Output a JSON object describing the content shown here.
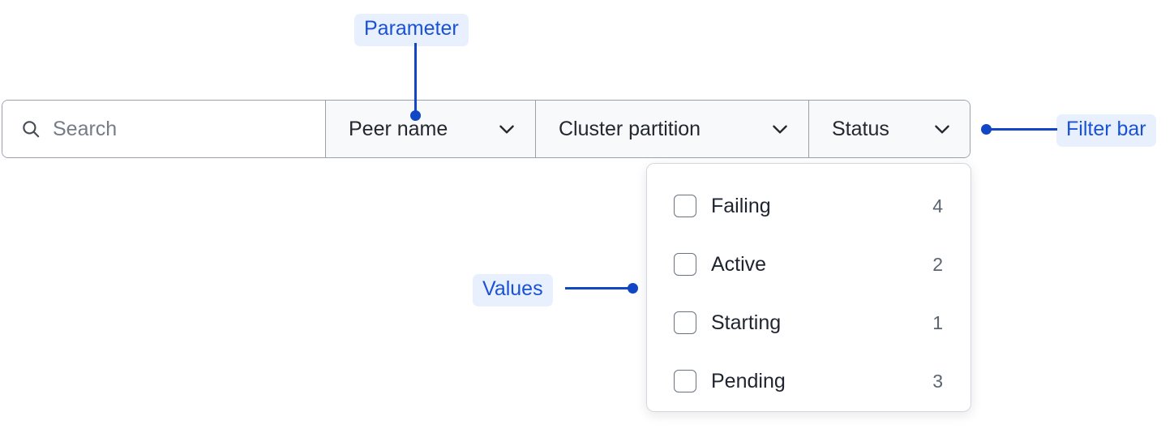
{
  "filter_bar": {
    "search": {
      "icon": "search-icon",
      "placeholder": "Search",
      "value": ""
    },
    "filters": [
      {
        "label": "Peer name",
        "icon": "chevron-down-icon"
      },
      {
        "label": "Cluster partition",
        "icon": "chevron-down-icon"
      },
      {
        "label": "Status",
        "icon": "chevron-down-icon"
      }
    ]
  },
  "dropdown": {
    "open_for": "Status",
    "options": [
      {
        "label": "Failing",
        "count": "4",
        "checked": false
      },
      {
        "label": "Active",
        "count": "2",
        "checked": false
      },
      {
        "label": "Starting",
        "count": "1",
        "checked": false
      },
      {
        "label": "Pending",
        "count": "3",
        "checked": false
      }
    ]
  },
  "annotations": [
    {
      "label": "Parameter"
    },
    {
      "label": "Filter bar"
    },
    {
      "label": "Values"
    }
  ],
  "colors": {
    "annotation_text": "#1a52d6",
    "annotation_chip_bg": "#e8f0fe",
    "annotation_line": "#1147c4",
    "segment_bg": "#f8f9fa",
    "border": "#9aa0ac",
    "label_text": "#222730",
    "count_text": "#5b6471"
  }
}
